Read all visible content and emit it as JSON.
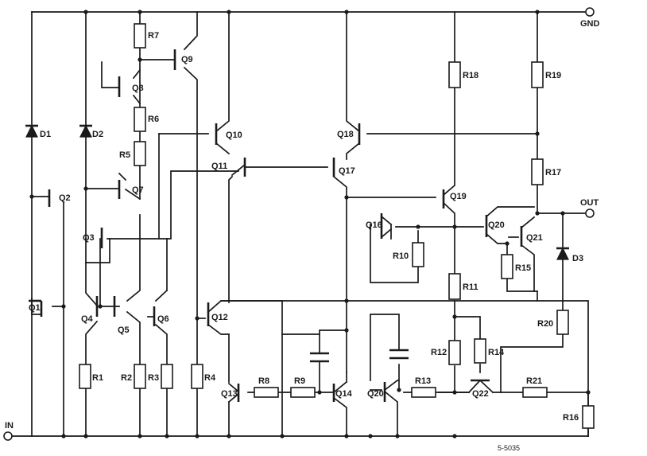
{
  "ports": {
    "gnd": "GND",
    "out": "OUT",
    "in": "IN"
  },
  "reference": "5-5035",
  "resistors": [
    "R1",
    "R2",
    "R3",
    "R4",
    "R5",
    "R6",
    "R7",
    "R8",
    "R9",
    "R10",
    "R11",
    "R12",
    "R13",
    "R14",
    "R15",
    "R16",
    "R17",
    "R18",
    "R19",
    "R20",
    "R21"
  ],
  "transistors": [
    "Q1",
    "Q2",
    "Q3",
    "Q4",
    "Q5",
    "Q6",
    "Q7",
    "Q8",
    "Q9",
    "Q10",
    "Q11",
    "Q12",
    "Q13",
    "Q14",
    "Q16",
    "Q17",
    "Q18",
    "Q19",
    "Q20",
    "Q20",
    "Q21",
    "Q22"
  ],
  "diodes": [
    "D1",
    "D2",
    "D3"
  ]
}
